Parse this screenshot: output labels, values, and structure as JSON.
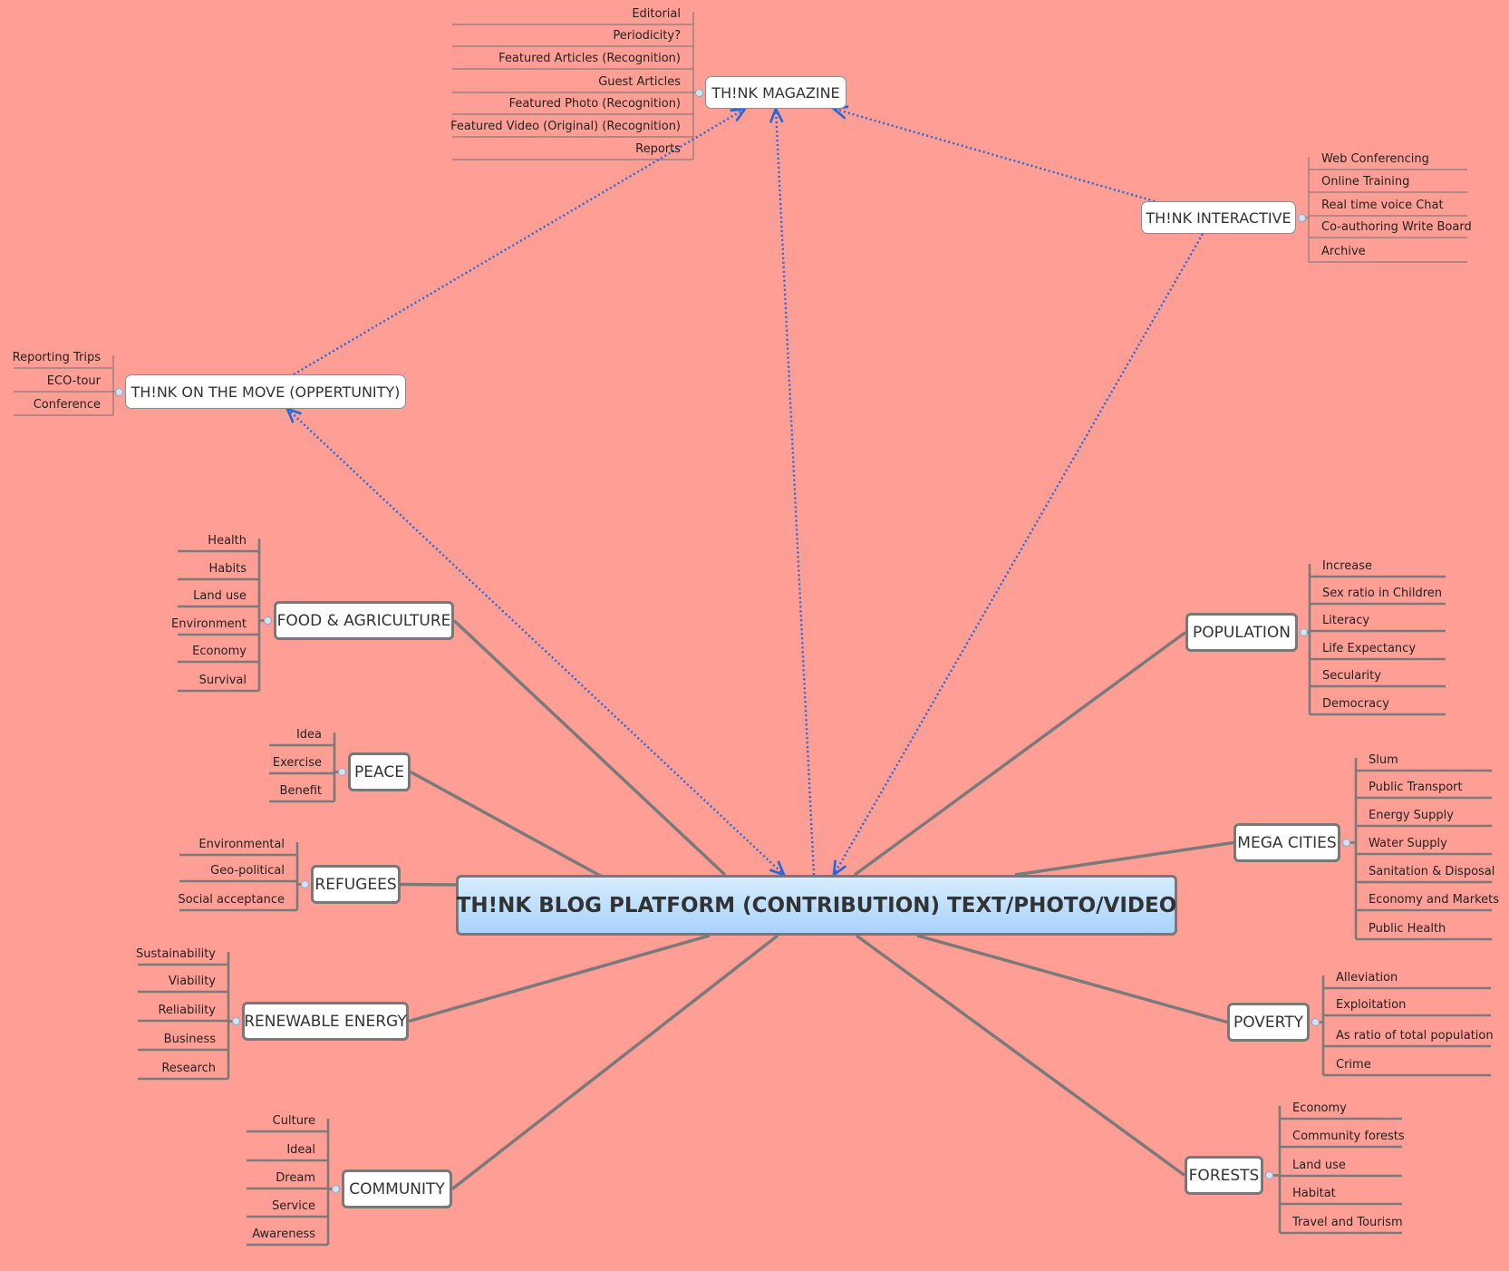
{
  "root": {
    "label": "TH!NK BLOG PLATFORM (CONTRIBUTION) TEXT/PHOTO/VIDEO"
  },
  "top_nodes": [
    {
      "label": "TH!NK MAGAZINE",
      "children": [
        "Editorial",
        "Periodicity?",
        "Featured Articles (Recognition)",
        "Guest Articles",
        "Featured Photo (Recognition)",
        "Featured Video (Original) (Recognition)",
        "Reports"
      ]
    },
    {
      "label": "TH!NK INTERACTIVE",
      "children": [
        "Web Conferencing",
        "Online Training",
        "Real time voice Chat",
        "Co-authoring Write Board",
        "Archive"
      ]
    },
    {
      "label": "TH!NK ON THE MOVE (OPPERTUNITY)",
      "children": [
        "Reporting Trips",
        "ECO-tour",
        "Conference"
      ]
    }
  ],
  "left_topics": [
    {
      "label": "FOOD & AGRICULTURE",
      "children": [
        "Health",
        "Habits",
        "Land use",
        "Environment",
        "Economy",
        "Survival"
      ]
    },
    {
      "label": "PEACE",
      "children": [
        "Idea",
        "Exercise",
        "Benefit"
      ]
    },
    {
      "label": "REFUGEES",
      "children": [
        "Environmental",
        "Geo-political",
        "Social acceptance"
      ]
    },
    {
      "label": "RENEWABLE ENERGY",
      "children": [
        "Sustainability",
        "Viability",
        "Reliability",
        "Business",
        "Research"
      ]
    },
    {
      "label": "COMMUNITY",
      "children": [
        "Culture",
        "Ideal",
        "Dream",
        "Service",
        "Awareness"
      ]
    }
  ],
  "right_topics": [
    {
      "label": "POPULATION",
      "children": [
        "Increase",
        "Sex ratio in Children",
        "Literacy",
        "Life Expectancy",
        "Secularity",
        "Democracy"
      ]
    },
    {
      "label": "MEGA CITIES",
      "children": [
        "Slum",
        "Public Transport",
        "Energy Supply",
        "Water Supply",
        "Sanitation & Disposal",
        "Economy and Markets",
        "Public Health"
      ]
    },
    {
      "label": "POVERTY",
      "children": [
        "Alleviation",
        "Exploitation",
        "As ratio of total population",
        "Crime"
      ]
    },
    {
      "label": "FORESTS",
      "children": [
        "Economy",
        "Community forests",
        "Land use",
        "Habitat",
        "Travel and Tourism"
      ]
    }
  ],
  "colors": {
    "background": "#FF9E95",
    "connector": "#7A7A7A",
    "leaf_line": "#8A7A7A",
    "relation_arrow": "#2468D8",
    "root_fill": "#A9D3FB"
  }
}
